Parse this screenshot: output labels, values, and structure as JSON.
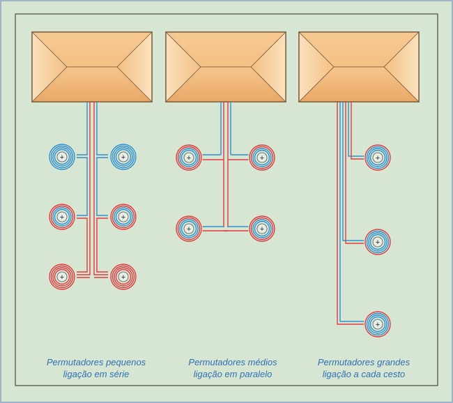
{
  "colors": {
    "frame_outer": "#9fb4c9",
    "frame_inner": "#d6e6d3",
    "inner_border": "#2a2a2a",
    "tank_light": "#f8d3a2",
    "tank_mid": "#f1bb7c",
    "tank_dark": "#dd9a55",
    "tank_edge": "#7a5a3a",
    "pipe_hot": "#e03a3e",
    "pipe_cold": "#2e8fd0",
    "caption": "#2f6fb5"
  },
  "captions": [
    {
      "line1": "Permutadores pequenos",
      "line2": "ligação em série"
    },
    {
      "line1": "Permutadores médios",
      "line2": "ligação em paralelo"
    },
    {
      "line1": "Permutadores grandes",
      "line2": "ligação a cada cesto"
    }
  ],
  "coil_center_symbol": "+",
  "icons": [
    "tank",
    "heat-exchanger-coil"
  ]
}
